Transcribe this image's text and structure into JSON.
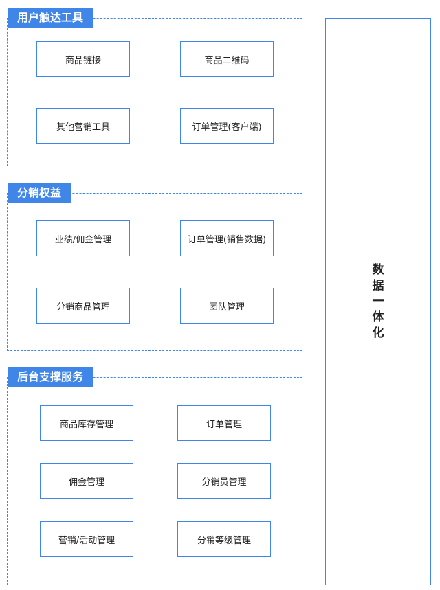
{
  "sections": [
    {
      "title": "用户触达工具",
      "items": [
        "商品链接",
        "商品二维码",
        "其他营销工具",
        "订单管理(客户端)"
      ]
    },
    {
      "title": "分销权益",
      "items": [
        "业绩/佣金管理",
        "订单管理(销售数据)",
        "分销商品管理",
        "团队管理"
      ]
    },
    {
      "title": "后台支撑服务",
      "items": [
        "商品库存管理",
        "订单管理",
        "佣金管理",
        "分销员管理",
        "营销/活动管理",
        "分销等级管理"
      ]
    }
  ],
  "right_panel": {
    "chars": [
      "数",
      "据",
      "一",
      "体",
      "化"
    ]
  },
  "colors": {
    "accent": "#3f86e8"
  }
}
